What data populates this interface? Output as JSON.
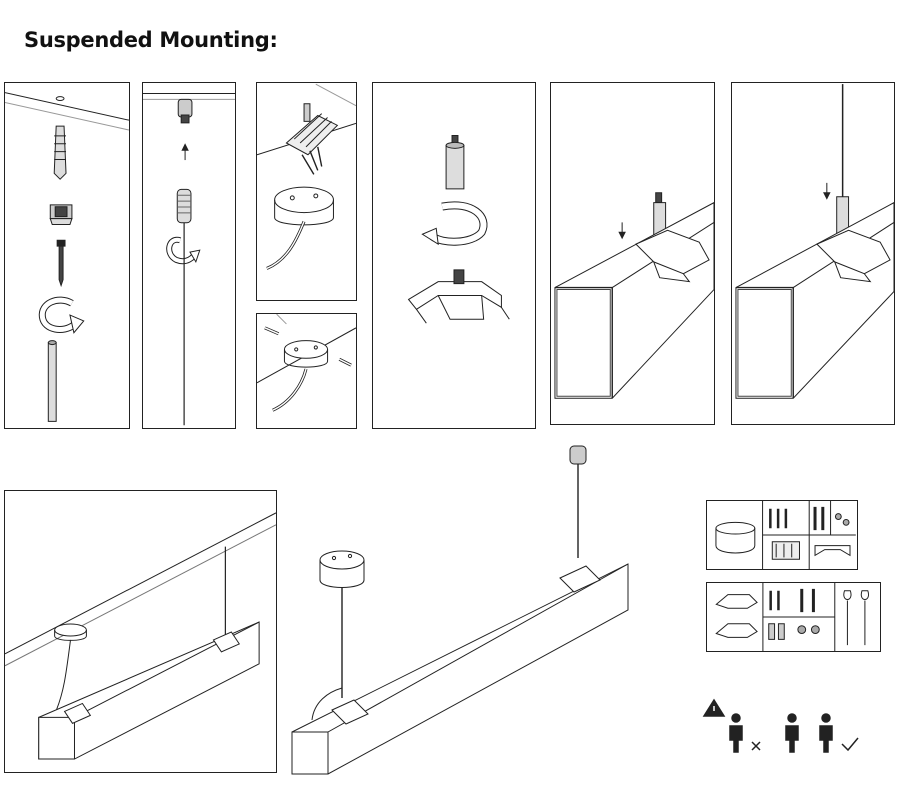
{
  "page": {
    "title": "Suspended Mounting:"
  },
  "steps": [
    {
      "id": 1,
      "icons": [
        "wall-anchor-icon",
        "nut-icon",
        "screw-icon",
        "rotate-arrow-icon",
        "rod-icon"
      ]
    },
    {
      "id": 2,
      "icons": [
        "ceiling-cap-icon",
        "arrow-up-icon",
        "wire-gripper-icon",
        "rotate-arrow-icon",
        "cable-icon"
      ]
    },
    {
      "id": 3,
      "icons": [
        "terminal-block-icon",
        "canopy-icon",
        "cable-icon"
      ]
    },
    {
      "id": 4,
      "icons": [
        "screws-icon",
        "canopy-icon"
      ]
    },
    {
      "id": 5,
      "icons": [
        "stud-icon",
        "rotate-arrow-icon",
        "clip-bracket-icon"
      ]
    },
    {
      "id": 6,
      "icons": [
        "arrow-down-icon",
        "stud-icon",
        "clip-bracket-icon",
        "luminaire-profile-icon"
      ]
    },
    {
      "id": 7,
      "icons": [
        "arrow-down-icon",
        "suspension-wire-icon",
        "luminaire-profile-icon"
      ]
    }
  ],
  "overview": {
    "icons": [
      "suspended-luminaire-icon",
      "ceiling-canopy-icon"
    ]
  },
  "parts_kits": [
    {
      "id": "kit-a",
      "icons": [
        "canopy-ring-icon",
        "screws-icon",
        "anchors-icon",
        "nuts-icon",
        "terminal-block-icon",
        "mounting-bracket-icon"
      ]
    },
    {
      "id": "kit-b",
      "icons": [
        "clip-bracket-icon",
        "screws-icon",
        "anchors-icon",
        "caps-icon",
        "gripper-icon",
        "wire-hanger-icon"
      ]
    }
  ],
  "safety": {
    "icons": [
      "warning-icon",
      "one-person-icon",
      "cross-icon",
      "one-person-icon",
      "two-persons-icon",
      "check-icon"
    ]
  }
}
